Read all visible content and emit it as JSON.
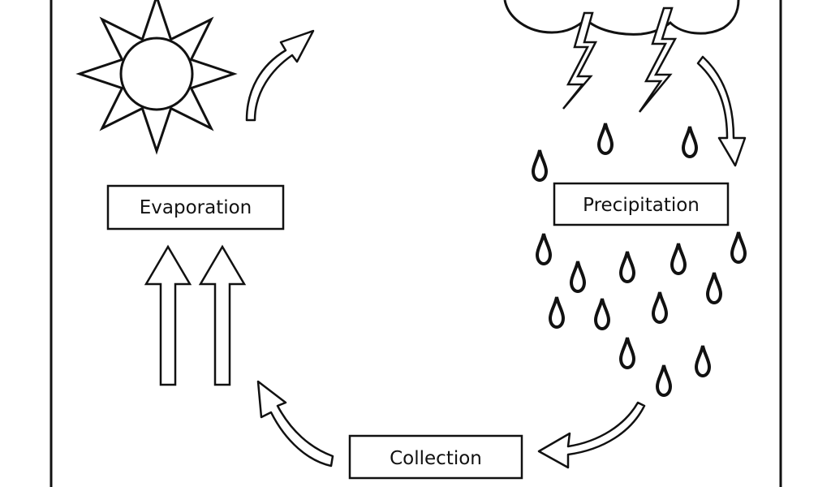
{
  "diagram": {
    "stages": {
      "evaporation": "Evaporation",
      "precipitation": "Precipitation",
      "collection": "Collection"
    },
    "icons": [
      "sun-icon",
      "cloud-icon",
      "lightning-icon",
      "raindrop-icon",
      "curved-arrow-icon",
      "up-arrow-icon"
    ],
    "colors": {
      "stroke": "#111111",
      "background": "#ffffff"
    }
  }
}
